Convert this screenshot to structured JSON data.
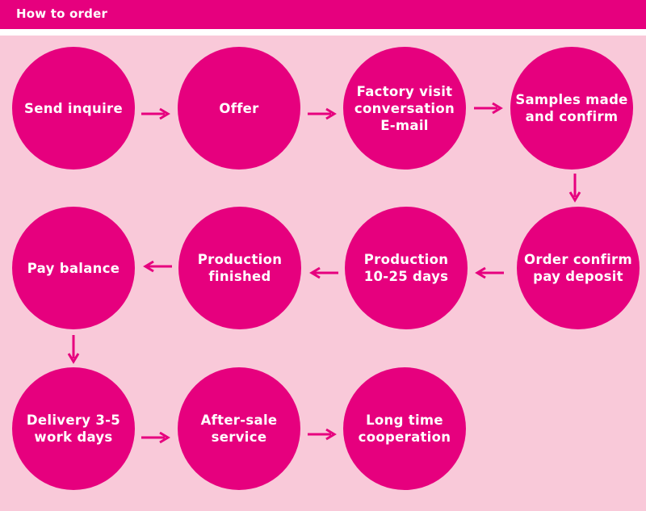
{
  "header": {
    "title": "How to order"
  },
  "colors": {
    "accent": "#e6007e",
    "panel": "#f9c9d9",
    "text": "#ffffff"
  },
  "steps": [
    {
      "label": "Send inquire"
    },
    {
      "label": "Offer"
    },
    {
      "label": "Factory visit\nconversation\nE-mail"
    },
    {
      "label": "Samples made\nand confirm"
    },
    {
      "label": "Order confirm\npay deposit"
    },
    {
      "label": "Production\n10-25 days"
    },
    {
      "label": "Production\nfinished"
    },
    {
      "label": "Pay balance"
    },
    {
      "label": "Delivery 3-5\nwork days"
    },
    {
      "label": "After-sale\nservice"
    },
    {
      "label": "Long time\ncooperation"
    }
  ]
}
